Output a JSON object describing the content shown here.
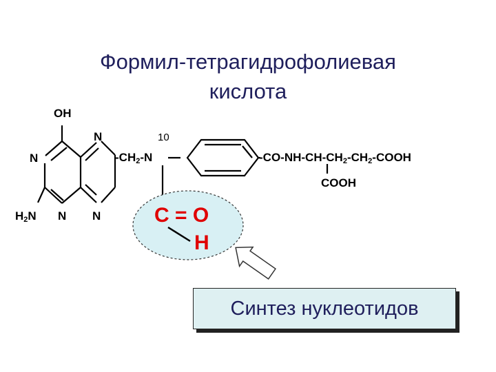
{
  "title": {
    "line1": "Формил-тетрагидрофолиевая",
    "line2": "кислота"
  },
  "atoms": {
    "oh": "OH",
    "n_left": "N",
    "n_top": "N",
    "n_bottom_mid": "N",
    "n_bottom_right": "N",
    "h2n": "H",
    "h2n_sub": "2",
    "h2n_rest": "N",
    "position_number": "10",
    "ch2_n_part1": "-CH",
    "ch2_n_sub": "2",
    "ch2_n_part2": "-N",
    "chain_part1": "-CO-NH-CH-CH",
    "chain_sub1": "2",
    "chain_part2": "-CH",
    "chain_sub2": "2",
    "chain_part3": "-COOH",
    "cooh_bottom": "COOH"
  },
  "formyl_group": {
    "co": "C = O",
    "h": "H"
  },
  "result_box": {
    "label": "Синтез нуклеотидов"
  },
  "colors": {
    "title": "#1f1f5c",
    "formyl": "#e00000",
    "ellipse_fill": "#d8f0f4",
    "box_fill": "#def0f2"
  }
}
